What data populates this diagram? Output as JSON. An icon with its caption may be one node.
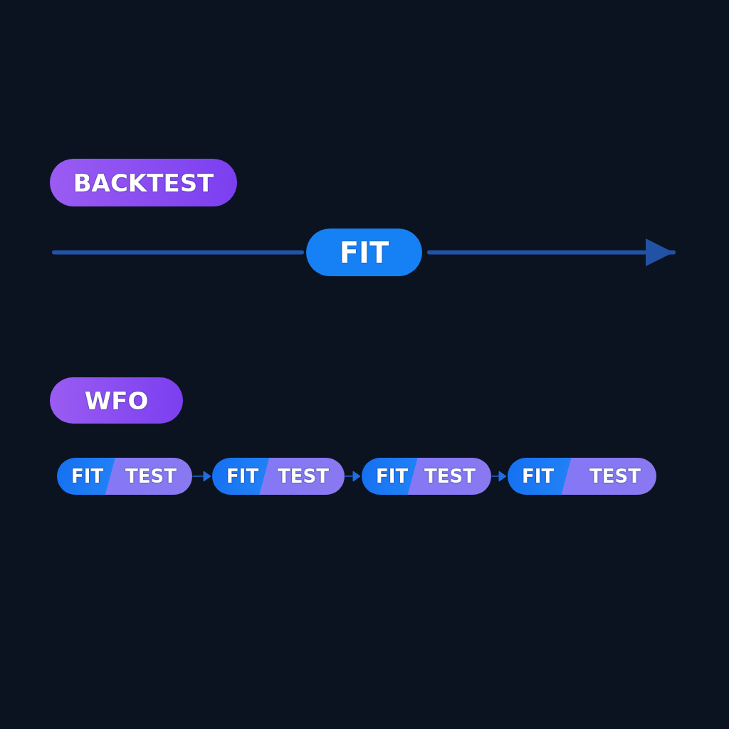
{
  "diagram": {
    "nodes": [
      {
        "text": [
          "BACKTEST"
        ]
      },
      {
        "text": [
          "FIT"
        ]
      },
      {
        "text": [
          "WFO"
        ]
      },
      {
        "text": [
          "FIT",
          "TEST"
        ]
      },
      {
        "text": [
          "FIT",
          "TEST"
        ]
      },
      {
        "text": [
          "FIT",
          "TEST"
        ]
      },
      {
        "text": [
          "FIT",
          "TEST"
        ]
      }
    ],
    "edges": [
      {
        "from": null,
        "to": 1,
        "arrow": "none"
      },
      {
        "from": 1,
        "to": null,
        "arrow": "to"
      },
      {
        "from": 3,
        "to": 4,
        "arrow": "to"
      },
      {
        "from": 4,
        "to": 5,
        "arrow": "to"
      },
      {
        "from": 5,
        "to": 6,
        "arrow": "to"
      }
    ]
  }
}
